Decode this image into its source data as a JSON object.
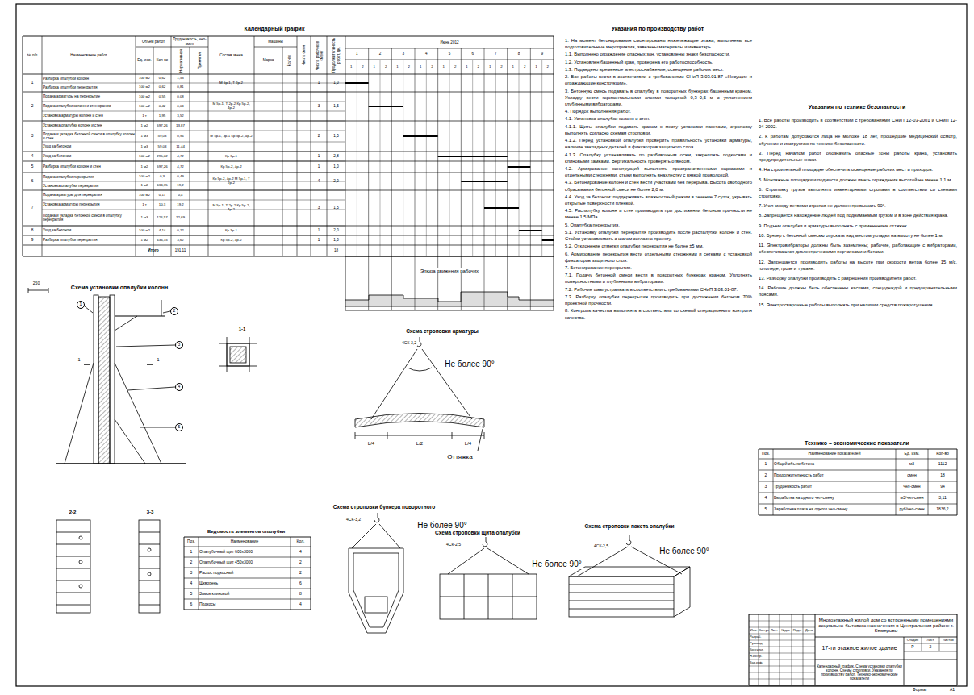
{
  "diagram": {
    "labels": [
      "Календарный график",
      "№ п/п",
      "Наименование работ",
      "Объем работ",
      "Ед. изм.",
      "Кол-во",
      "Трудоемкость, чел-смен",
      "Нормативная",
      "Принятая",
      "Состав звена",
      "Машины",
      "Марка",
      "Кол-во",
      "Число смен",
      "Число рабочих в смену",
      "Продолжительность работ, дн.",
      "Июнь 2012",
      "1",
      "2",
      "3",
      "4",
      "5",
      "6",
      "7",
      "8",
      "9",
      "1",
      "2",
      "1",
      "2",
      "1",
      "2",
      "1",
      "2",
      "1",
      "2",
      "1",
      "2",
      "1",
      "2",
      "1",
      "2",
      "1",
      "2",
      "Разборка опалубки колонн",
      "100 м2",
      "0,62",
      "1,53",
      "Разборка опалубки перекрытия",
      "100 м2",
      "0,62",
      "0,81",
      "Подача арматуры на перекрытие",
      "100 м2",
      "0,55",
      "0,08",
      "Подача опалубки колонн и стен краном",
      "100 м2",
      "0,42",
      "0,04",
      "Установка арматуры колонн и стен",
      "1 т",
      "1,95",
      "3,52",
      "Установка опалубки колонн и стен",
      "1 м2",
      "597,26",
      "13,87",
      "Подача и укладка бетонной смеси в опалубку колонн и стен",
      "1 м3",
      "59,03",
      "0,96",
      "Уход за бетоном",
      "1 м3",
      "59,03",
      "11,44",
      "Уход за бетоном",
      "100 м2",
      "295,02",
      "4,72",
      "Разборка опалубки колонн и стен",
      "1 м2",
      "597,26",
      "4,72",
      "Подача опалубки перекрытия",
      "100 м2",
      "0,3",
      "0,49",
      "Установка опалубки перекрытия",
      "1 м2",
      "634,35",
      "19,2",
      "Подача арматуры для перекрытия",
      "100 м2",
      "0,17",
      "0,4",
      "Установка арматуры перекрытия",
      "1 т",
      "10,3",
      "19,2",
      "Подача и укладка бетонной смеси в опалубку перекрытия",
      "1 м3",
      "126,57",
      "12,69",
      "Уход за бетоном",
      "100 м2",
      "4,14",
      "0,12",
      "Разборка опалубки перекрытия",
      "1 м2",
      "634,35",
      "3,62",
      "1",
      "М 5р-1, Т 2р-2",
      "1",
      "1,0",
      "2",
      "М 5р-1, Т 2р-2 Кр 5р-2, 4р-2",
      "3",
      "1,5",
      "3",
      "М 5р-1, 3р-1 Кр 5р-2, 4р-2",
      "2",
      "1,5",
      "4",
      "Кр 3р-1",
      "1",
      "2,8",
      "5",
      "Кр 5р-2, 4р-2",
      "1",
      "1,0",
      "6",
      "Кр 5р-2, 4р-2 М 5р-1, Т 2р-2",
      "4",
      "2,0",
      "7",
      "М 5р-1, Т 2р-2 Кр 5р-2, 4р-2",
      "3",
      "1,5",
      "8",
      "Кр 3р-1",
      "1",
      "2,0",
      "9",
      "Кр 5р-2, 4р-2",
      "1",
      "1,0",
      "Итого",
      "191,11",
      "18",
      "Эпюра движения рабочих",
      "Указания по производству работ",
      "1. На момент бетонирования смонтированы нижележащие этажи, выполнены все подготовительные мероприятия, завезены материалы и инвентарь.",
      "1.1. Выполнено ограждение опасных зон, установлены знаки безопасности.",
      "1.2. Установлен башенный кран, проверена его работоспособность.",
      "1.3. Подведено временное электроснабжение, освещение рабочих мест.",
      "2. Все работы вести в соответствии с требованиями СНиП 3.03.01-87 «Несущие и ограждающие конструкции».",
      "3. Бетонную смесь подавать в опалубку в поворотных бункерах башенным краном. Укладку вести горизонтальными слоями толщиной 0,3–0,5 м с уплотнением глубинными вибраторами.",
      "4. Порядок выполнения работ.",
      "4.1. Установка опалубки колонн и стен.",
      "4.1.1. Щиты опалубки подавать краном к месту установки пакетами, строповку выполнять согласно схемам строповки.",
      "4.1.2. Перед установкой опалубки проверить правильность установки арматуры, наличие закладных деталей и фиксаторов защитного слоя.",
      "4.1.3. Опалубку устанавливать по разбивочным осям, закреплять подкосами и клиновыми замками. Вертикальность проверять отвесом.",
      "4.2. Армирование конструкций выполнять пространственными каркасами и отдельными стержнями, стыки выполнять внахлестку с вязкой проволокой.",
      "4.3. Бетонирование колонн и стен вести участками без перерыва. Высота свободного сбрасывания бетонной смеси не более 2,0 м.",
      "4.4. Уход за бетоном: поддерживать влажностный режим в течение 7 суток, укрывать открытые поверхности пленкой.",
      "4.5. Распалубку колонн и стен производить при достижении бетоном прочности не менее 1,5 МПа.",
      "5. Опалубка перекрытия.",
      "5.1. Установку опалубки перекрытия производить после распалубки колонн и стен. Стойки устанавливать с шагом согласно проекту.",
      "5.2. Отклонение отметки опалубки перекрытия не более ±5 мм.",
      "6. Армирование перекрытия вести отдельными стержнями и сетками с установкой фиксаторов защитного слоя.",
      "7. Бетонирование перекрытия.",
      "7.1. Подачу бетонной смеси вести в поворотных бункерах краном. Уплотнять поверхностными и глубинными вибраторами.",
      "7.2. Рабочие швы устраивать в соответствии с требованиями СНиП 3.03.01-87.",
      "7.3. Разборку опалубки перекрытия производить при достижении бетоном 70% проектной прочности.",
      "8. Контроль качества выполнять в соответствии со схемой операционного контроля качества.",
      "Указания по технике безопасности",
      "1. Все работы производить в соответствии с требованиями СНиП 12-03-2001 и СНиП 12-04-2002.",
      "2. К работам допускаются лица не моложе 18 лет, прошедшие медицинский осмотр, обучение и инструктаж по технике безопасности.",
      "3. Перед началом работ обозначить опасные зоны работы крана, установить предупредительные знаки.",
      "4. На строительной площадке обеспечить освещение рабочих мест и проходов.",
      "5. Монтажные площадки и подмости должны иметь ограждения высотой не менее 1,1 м.",
      "6. Строповку грузов выполнять инвентарными стропами в соответствии со схемами строповки.",
      "7. Угол между ветвями стропов не должен превышать 90°.",
      "8. Запрещается нахождение людей под поднимаемым грузом и в зоне действия крана.",
      "9. Подъем опалубки и арматуры выполнять с применением оттяжек.",
      "10. Бункер с бетонной смесью опускать над местом укладки на высоту не более 1 м.",
      "11. Электровибраторы должны быть заземлены; рабочие, работающие с вибраторами, обеспечиваются диэлектрическими перчатками и ботами.",
      "12. Запрещается производить работы на высоте при скорости ветра более 15 м/с, гололеде, грозе и тумане.",
      "13. Разборку опалубки производить с разрешения производителя работ.",
      "14. Рабочие должны быть обеспечены касками, спецодеждой и предохранительными поясами.",
      "15. Электросварочные работы выполнять при наличии средств пожаротушения.",
      "Технико – экономические показатели",
      "Поз.",
      "Наименование показателей",
      "Ед. изм.",
      "Кол-во",
      "1",
      "Общий объем бетона",
      "м3",
      "1112",
      "2",
      "Продолжительность работ",
      "смен",
      "18",
      "3",
      "Трудоемкость работ",
      "чел-смен",
      "94",
      "4",
      "Выработка на одного чел-смену",
      "м3/чел-смен",
      "3,11",
      "5",
      "Заработная плата на одного чел-смену",
      "руб/чел-смен",
      "1836,2",
      "Схема установки опалубки колонн",
      "250",
      "1",
      "2",
      "3",
      "4",
      "5",
      "1",
      "1",
      "1-1",
      "2-2",
      "3-3",
      "Схема строповки арматуры",
      "4СК-3,2",
      "Не более 90°",
      "L/4",
      "L/2",
      "L/4",
      "Оттяжка",
      "Схема строповки бункера поворотного",
      "4СК-3,2",
      "Не более 90°",
      "Схема строповки щита опалубки",
      "4СК-2,5",
      "Не более 90°",
      "Схема строповки пакета опалубки",
      "4СК-2,5",
      "Не более 90°",
      "Ведомость элементов опалубки",
      "Поз.",
      "Наименование",
      "Кол.",
      "1",
      "Опалубочный щит 600х3000",
      "4",
      "2",
      "Опалубочный щит 450х3000",
      "2",
      "3",
      "Раскос подкосный",
      "2",
      "4",
      "Шкворень",
      "6",
      "5",
      "Замок клиновой",
      "8",
      "6",
      "Подкосы",
      "4",
      "Изм.",
      "Кол.уч",
      "Лист",
      "№док",
      "Подп.",
      "Дата",
      "Разраб.",
      "Руковод.",
      "Консульт.",
      "Н.контр.",
      "Зав.каф.",
      "Многоэтажный жилой дом со встроенными помещениями социально-бытового назначения в Центральном районе г. Кемерово",
      "17-ти этажное жилое здание",
      "Стадия",
      "Лист",
      "Листов",
      "Р",
      "2",
      "Календарный график. Схема установки опалубки колонн. Схемы строповки. Указания по производству работ. Технико-экономические показатели",
      "Формат",
      "А1"
    ]
  }
}
